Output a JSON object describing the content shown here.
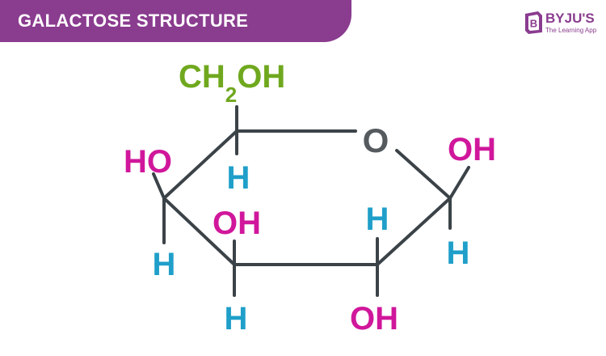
{
  "title": "GALACTOSE STRUCTURE",
  "logo": {
    "name": "BYJU'S",
    "tagline": "The Learning App",
    "mark_letter": "B"
  },
  "colors": {
    "banner": "#8a3c8f",
    "bond": "#3b4348",
    "ring_oxygen": "#555a5e",
    "hydroxyl": "#d0179b",
    "hydrogen": "#1f9fc9",
    "ch2oh": "#6fa81e"
  },
  "labels": {
    "ch2oh_main": "CH",
    "ch2oh_sub": "2",
    "ch2oh_tail": "OH",
    "ring_oxygen": "O",
    "c1_oh": "OH",
    "c1_h": "H",
    "c2_h": "H",
    "c2_oh": "OH",
    "c3_oh": "OH",
    "c3_h": "H",
    "c4_ho": "HO",
    "c4_h": "H",
    "c5_h": "H"
  }
}
